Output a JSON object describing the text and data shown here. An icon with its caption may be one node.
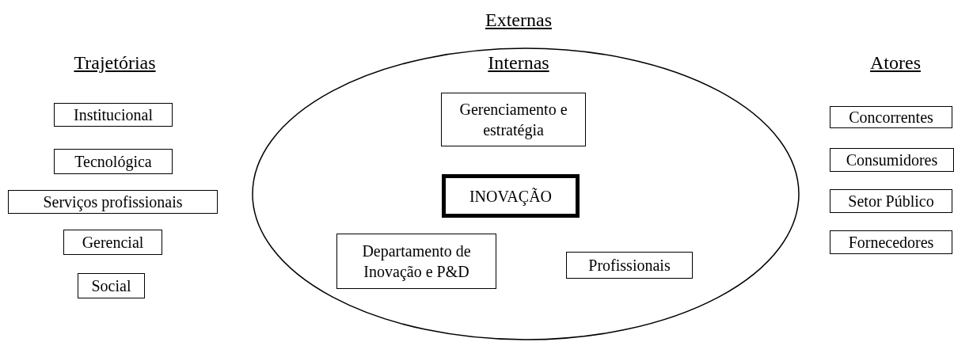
{
  "diagram": {
    "nodes": [
      {
        "text": [
          "Internas"
        ]
      },
      {
        "text": [
          "Gerenciamento e estratégia"
        ],
        "in": 0
      },
      {
        "text": [
          "INOVAÇÃO"
        ],
        "in": 0
      },
      {
        "text": [
          "Departamento de Inovação e P&D"
        ],
        "in": 0
      },
      {
        "text": [
          "Profissionais"
        ],
        "in": 0
      },
      {
        "text": [
          "Institucional"
        ]
      },
      {
        "text": [
          "Tecnológica"
        ]
      },
      {
        "text": [
          "Serviços profissionais"
        ]
      },
      {
        "text": [
          "Gerencial"
        ]
      },
      {
        "text": [
          "Social"
        ]
      },
      {
        "text": [
          "Concorrentes"
        ]
      },
      {
        "text": [
          "Consumidores"
        ]
      },
      {
        "text": [
          "Setor Público"
        ]
      },
      {
        "text": [
          "Fornecedores"
        ]
      }
    ],
    "labels": [
      "Externas",
      "Trajetórias",
      "Atores"
    ]
  }
}
